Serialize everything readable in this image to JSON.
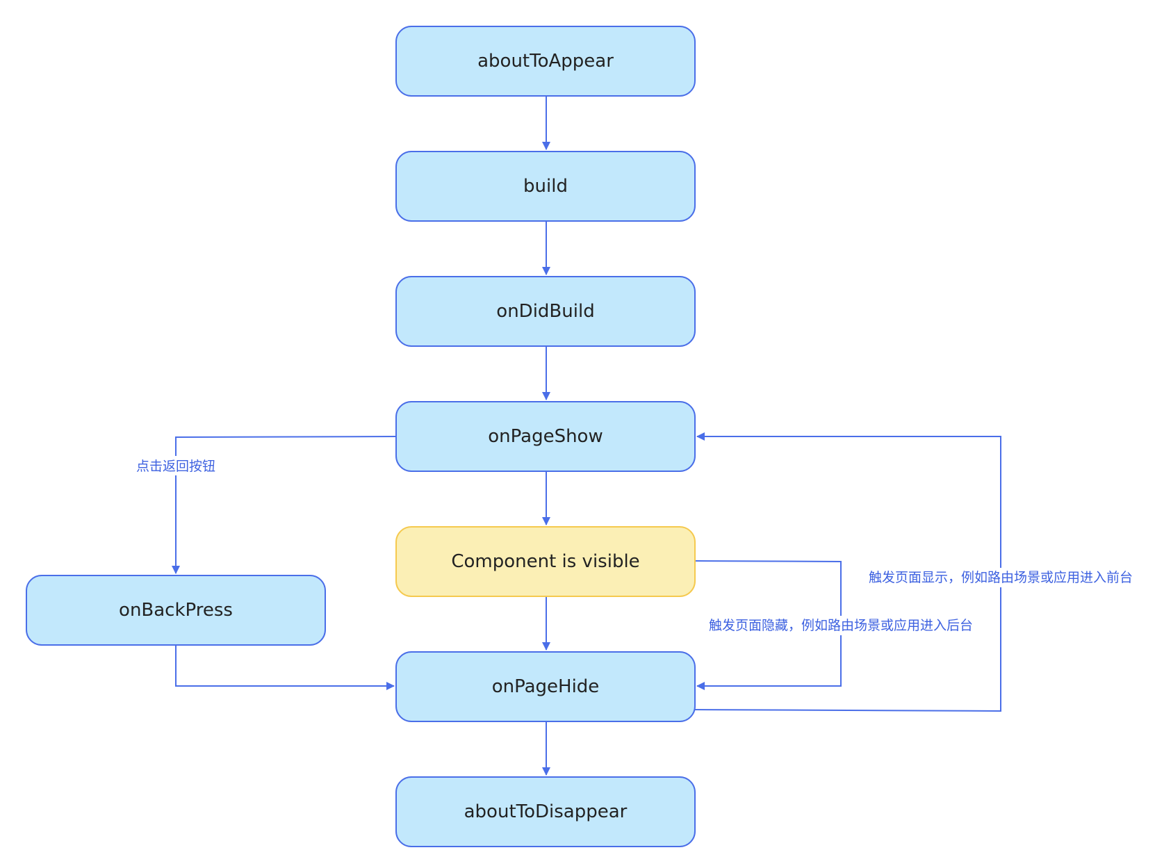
{
  "colors": {
    "node_fill": "#c2e8fc",
    "node_stroke": "#4a6ee8",
    "highlight_fill": "#fbefb5",
    "highlight_stroke": "#f5c94e",
    "edge": "#4a6ee8",
    "label_text": "#3d61e0"
  },
  "nodes": {
    "about_to_appear": "aboutToAppear",
    "build": "build",
    "on_did_build": "onDidBuild",
    "on_page_show": "onPageShow",
    "component_visible": "Component is visible",
    "on_back_press": "onBackPress",
    "on_page_hide": "onPageHide",
    "about_to_disappear": "aboutToDisappear"
  },
  "edge_labels": {
    "back_button": "点击返回按钮",
    "page_hidden": "触发页面隐藏，例如路由场景或应用进入后台",
    "page_shown": "触发页面显示，例如路由场景或应用进入前台"
  }
}
